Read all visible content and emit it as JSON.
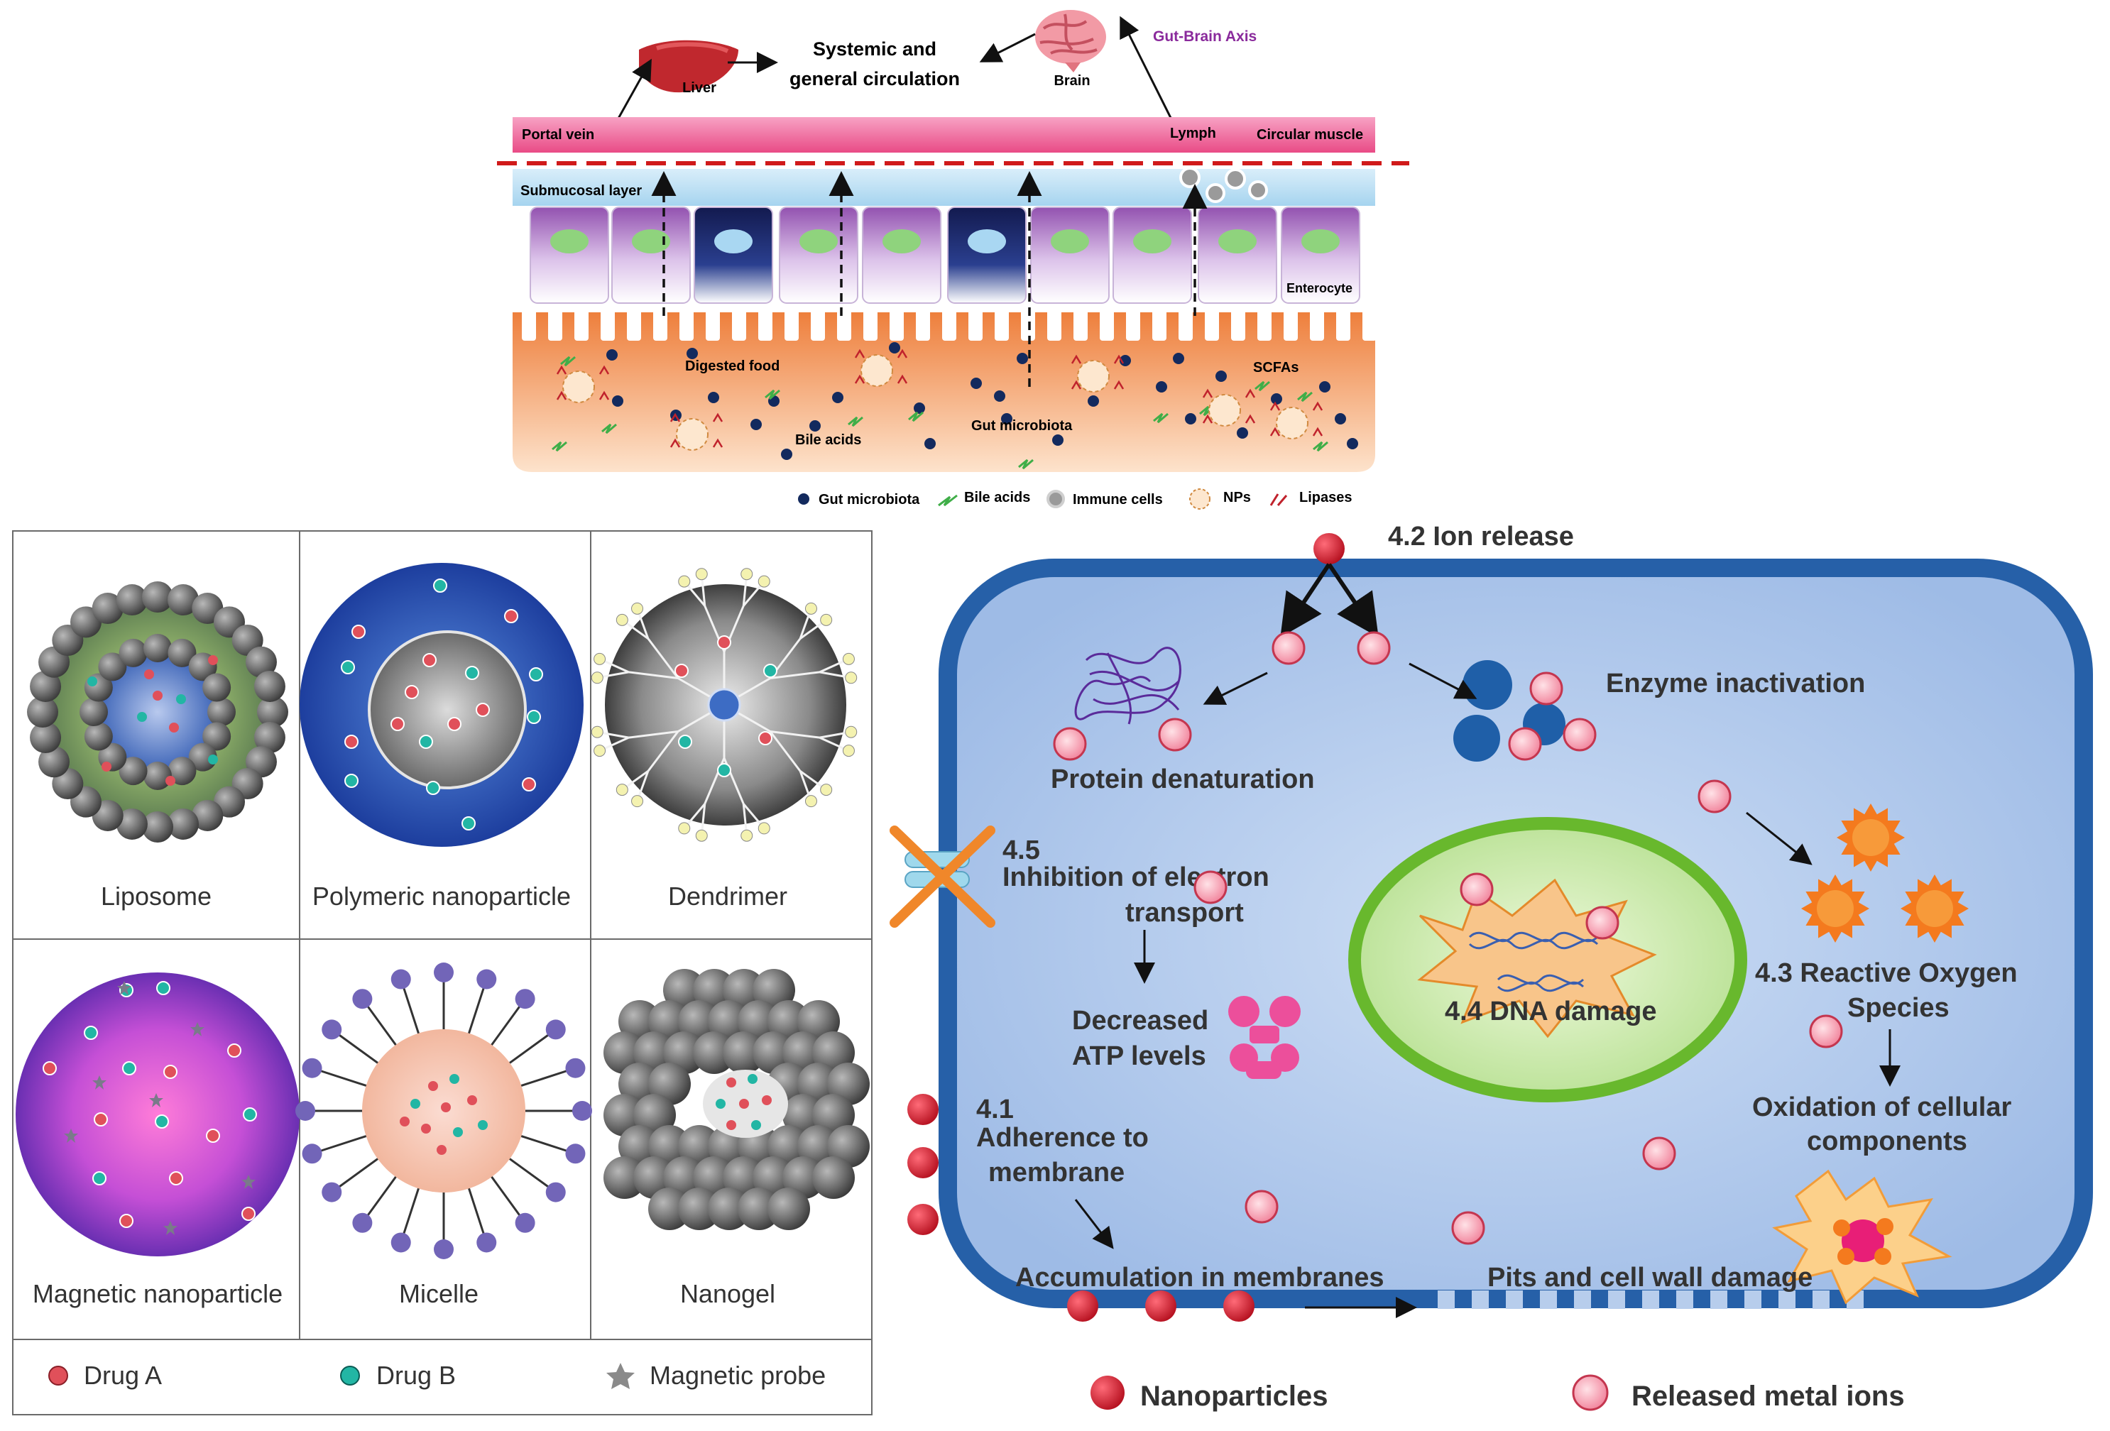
{
  "colors": {
    "portal": "#ef5d95",
    "submucosa": "#bfe2f4",
    "lumen": "#f0935a",
    "cellTop": "#9b5ab5",
    "gobletTop": "#18215a",
    "nucleus": "#8fd37d",
    "microbe": "#132a5e",
    "bile": "#3fae48",
    "lipase": "#c0222c",
    "nanoparticle": "#cf2432",
    "metalIon": "#f7a7b4",
    "cellInterior": "#b7cdec",
    "cellWall": "#2660a8",
    "nucleusFill": "#d2efb5",
    "nucleusRim": "#68b82d",
    "ros": "#f47a1e"
  },
  "gut": {
    "liver": "Liver",
    "systemic_l1": "Systemic and",
    "systemic_l2": "general circulation",
    "brain": "Brain",
    "axis": "Gut-Brain Axis",
    "portal_vein": "Portal vein",
    "lymph": "Lymph",
    "circular_muscle": "Circular muscle",
    "submucosal": "Submucosal layer",
    "enterocyte": "Enterocyte",
    "digested_food": "Digested food",
    "scfas": "SCFAs",
    "bile_acids": "Bile acids",
    "gut_microbiota": "Gut microbiota",
    "legend": {
      "microbiota": "Gut microbiota",
      "bile": "Bile acids",
      "immune": "Immune cells",
      "nps": "NPs",
      "lipases": "Lipases"
    }
  },
  "nanocarriers": {
    "cells": [
      "Liposome",
      "Polymeric nanoparticle",
      "Dendrimer",
      "Magnetic nanoparticle",
      "Micelle",
      "Nanogel"
    ],
    "legend": {
      "drug_a": "Drug A",
      "drug_b": "Drug B",
      "probe": "Magnetic probe"
    }
  },
  "mechanism": {
    "ion_release": "4.2 Ion release",
    "enzyme": "Enzyme inactivation",
    "protein": "Protein denaturation",
    "etc_num": "4.5",
    "etc_l1": "Inhibition of electron",
    "etc_l2": "transport",
    "atp_l1": "Decreased",
    "atp_l2": "ATP levels",
    "dna": "4.4 DNA damage",
    "ros_l1": "4.3 Reactive Oxygen",
    "ros_l2": "Species",
    "oxid_l1": "Oxidation of cellular",
    "oxid_l2": "components",
    "adh_num": "4.1",
    "adh_l1": "Adherence to",
    "adh_l2": "membrane",
    "accum": "Accumulation  in membranes",
    "pits": "Pits and cell wall damage",
    "legend_np": "Nanoparticles",
    "legend_ion": "Released metal ions"
  }
}
